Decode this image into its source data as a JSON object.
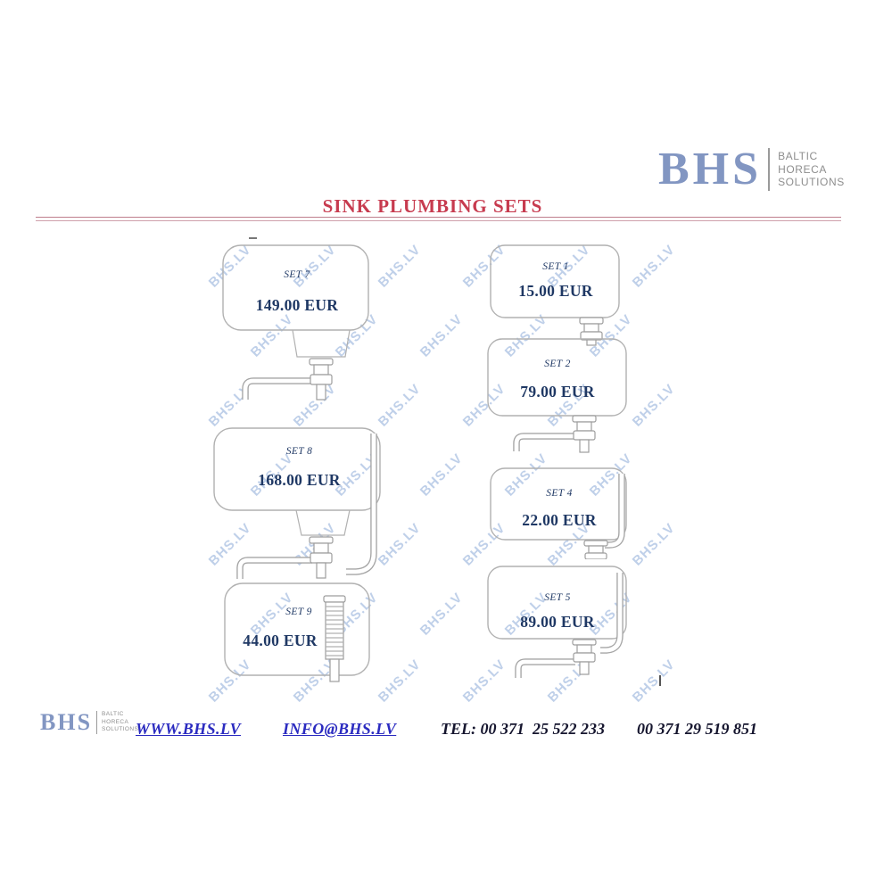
{
  "brand": {
    "name": "BHS",
    "tagline_lines": [
      "BALTIC",
      "HORECA",
      "SOLUTIONS"
    ]
  },
  "page": {
    "title": "SINK PLUMBING SETS"
  },
  "watermark": {
    "text": "BHS.LV"
  },
  "products": [
    {
      "label": "SET 7",
      "price": "149.00 EUR"
    },
    {
      "label": "SET 8",
      "price": "168.00 EUR"
    },
    {
      "label": "SET 9",
      "price": "44.00 EUR"
    },
    {
      "label": "SET 1",
      "price": "15.00 EUR"
    },
    {
      "label": "SET 2",
      "price": "79.00 EUR"
    },
    {
      "label": "SET 4",
      "price": "22.00 EUR"
    },
    {
      "label": "SET 5",
      "price": "89.00 EUR"
    }
  ],
  "footer": {
    "website": "WWW.BHS.LV",
    "email": "INFO@BHS.LV",
    "phone1": "TEL: 00 371  25 522 233",
    "phone2": "00 371 29 519 851"
  },
  "colors": {
    "title_red": "#c73b4f",
    "price_navy": "#1f3864",
    "logo_blue": "#8296c2",
    "link_blue": "#2b2bc0",
    "watermark_blue": "#b5c8e6",
    "drawing_gray": "#a5a5a5"
  }
}
